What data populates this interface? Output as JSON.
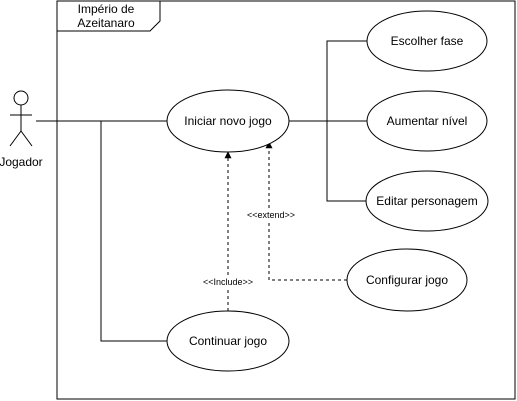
{
  "system": {
    "title_line1": "Império de",
    "title_line2": "Azeitanaro"
  },
  "actor": {
    "label": "Jogador"
  },
  "use_cases": {
    "iniciar": "Iniciar novo jogo",
    "continuar": "Continuar jogo",
    "escolher": "Escolher fase",
    "aumentar": "Aumentar nível",
    "editar": "Editar personagem",
    "configurar": "Configurar jogo"
  },
  "relations": {
    "include": "<<Include>>",
    "extend": "<<extend>>"
  }
}
